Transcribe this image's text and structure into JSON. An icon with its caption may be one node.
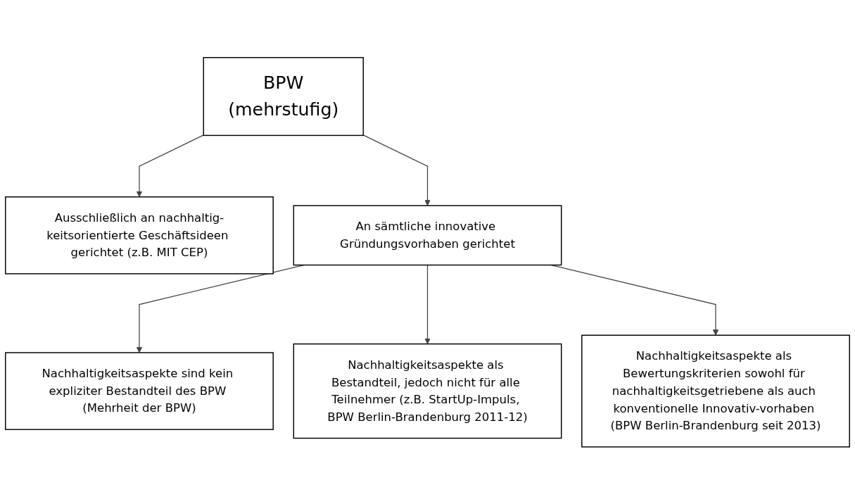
{
  "diagram": {
    "nodes": [
      {
        "text": [
          "BPW",
          "(mehrstufig)"
        ]
      },
      {
        "text": [
          "Ausschließlich an nachhaltig-keitsorientierte Geschäftsideen gerichtet (z.B. MIT CEP)"
        ]
      },
      {
        "text": [
          "An sämtliche innovative Gründungsvorhaben gerichtet"
        ]
      },
      {
        "text": [
          "Nachhaltigkeitsaspekte sind kein expliziter Bestandteil des BPW (Mehrheit der BPW)"
        ]
      },
      {
        "text": [
          "Nachhaltigkeitsaspekte als Bestandteil, jedoch nicht für alle Teilnehmer (z.B. StartUp-Impuls, BPW Berlin-Brandenburg 2011-12)"
        ]
      },
      {
        "text": [
          "Nachhaltigkeitsaspekte als Bewertungskriterien sowohl für nachhaltigkeitsgetriebene als auch konventionelle Innovativ-vorhaben (BPW Berlin-Brandenburg seit 2013)"
        ]
      }
    ],
    "edges": [
      {
        "from": 0,
        "to": 1,
        "arrow": "to"
      },
      {
        "from": 0,
        "to": 2,
        "arrow": "to"
      },
      {
        "from": 2,
        "to": 3,
        "arrow": "to"
      },
      {
        "from": 2,
        "to": 4,
        "arrow": "to"
      },
      {
        "from": 2,
        "to": 5,
        "arrow": "to"
      }
    ]
  }
}
